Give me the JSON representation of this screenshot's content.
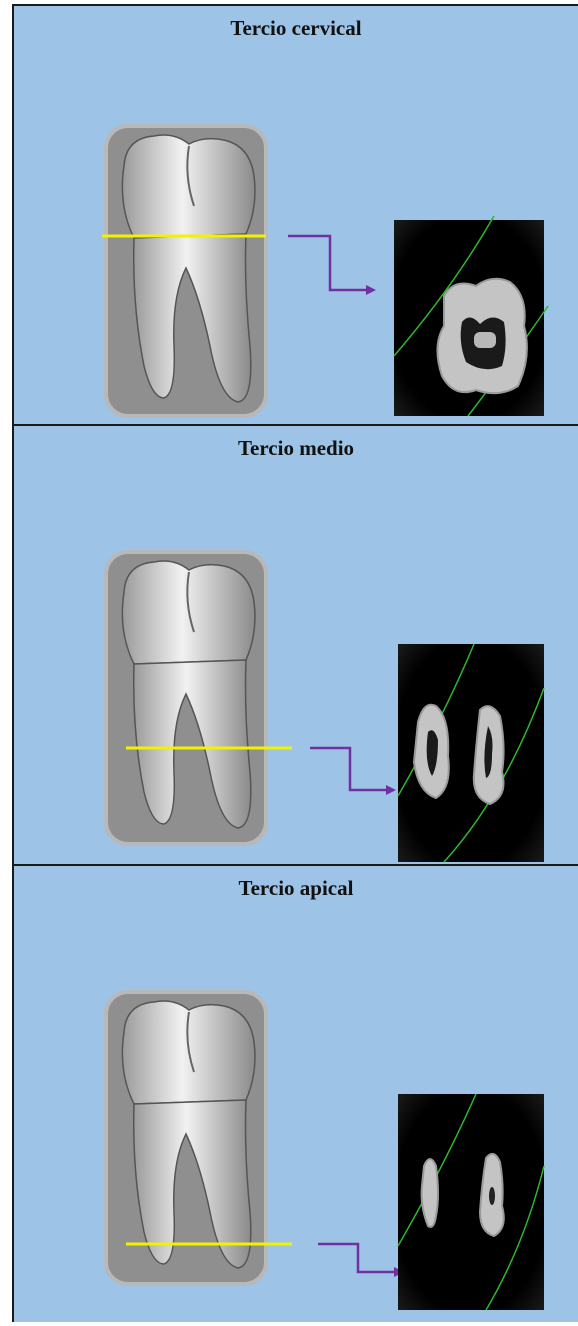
{
  "panels": [
    {
      "title": "Tercio cervical",
      "section": "cervical"
    },
    {
      "title": "Tercio medio",
      "section": "medio"
    },
    {
      "title": "Tercio apical",
      "section": "apical"
    }
  ],
  "colors": {
    "background": "#9dc3e6",
    "cut_line": "#f2f200",
    "arrow": "#7030a0",
    "guide_line": "#2db82d",
    "scan_background": "#000000",
    "tissue": "#c8c8c8"
  }
}
